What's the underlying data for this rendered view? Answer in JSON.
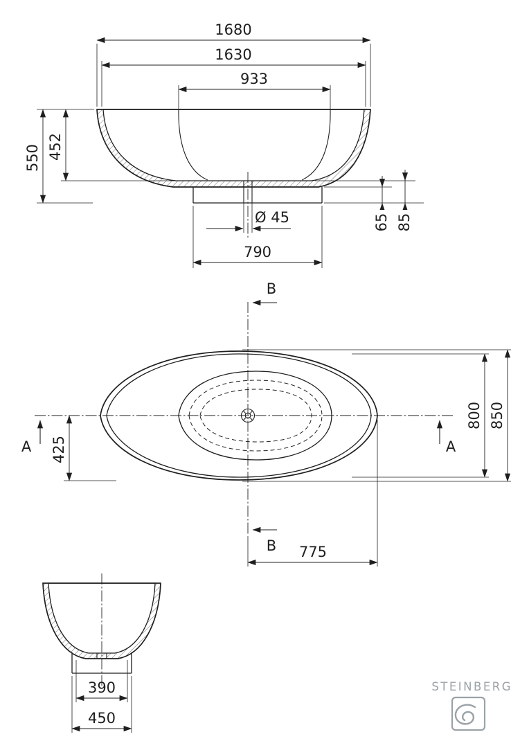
{
  "drawing": {
    "side_view": {
      "dim_overall_length": "1680",
      "dim_rim_length": "1630",
      "dim_inner_length": "933",
      "dim_total_height": "550",
      "dim_inner_depth": "452",
      "dim_drain_diameter": "Ø 45",
      "dim_base_gap": "65",
      "dim_base_height": "85",
      "dim_base_length": "790"
    },
    "plan_view": {
      "dim_inner_width": "800",
      "dim_overall_width": "850",
      "dim_center_offset": "425",
      "dim_drain_to_end": "775",
      "section_a_label": "A",
      "section_b_label": "B"
    },
    "end_view": {
      "dim_base_inner_width": "390",
      "dim_base_width": "450"
    }
  },
  "brand": {
    "name": "STEINBERG"
  },
  "colors": {
    "line": "#1f1f1f",
    "logo": "#9ba2a6",
    "background": "#ffffff"
  }
}
